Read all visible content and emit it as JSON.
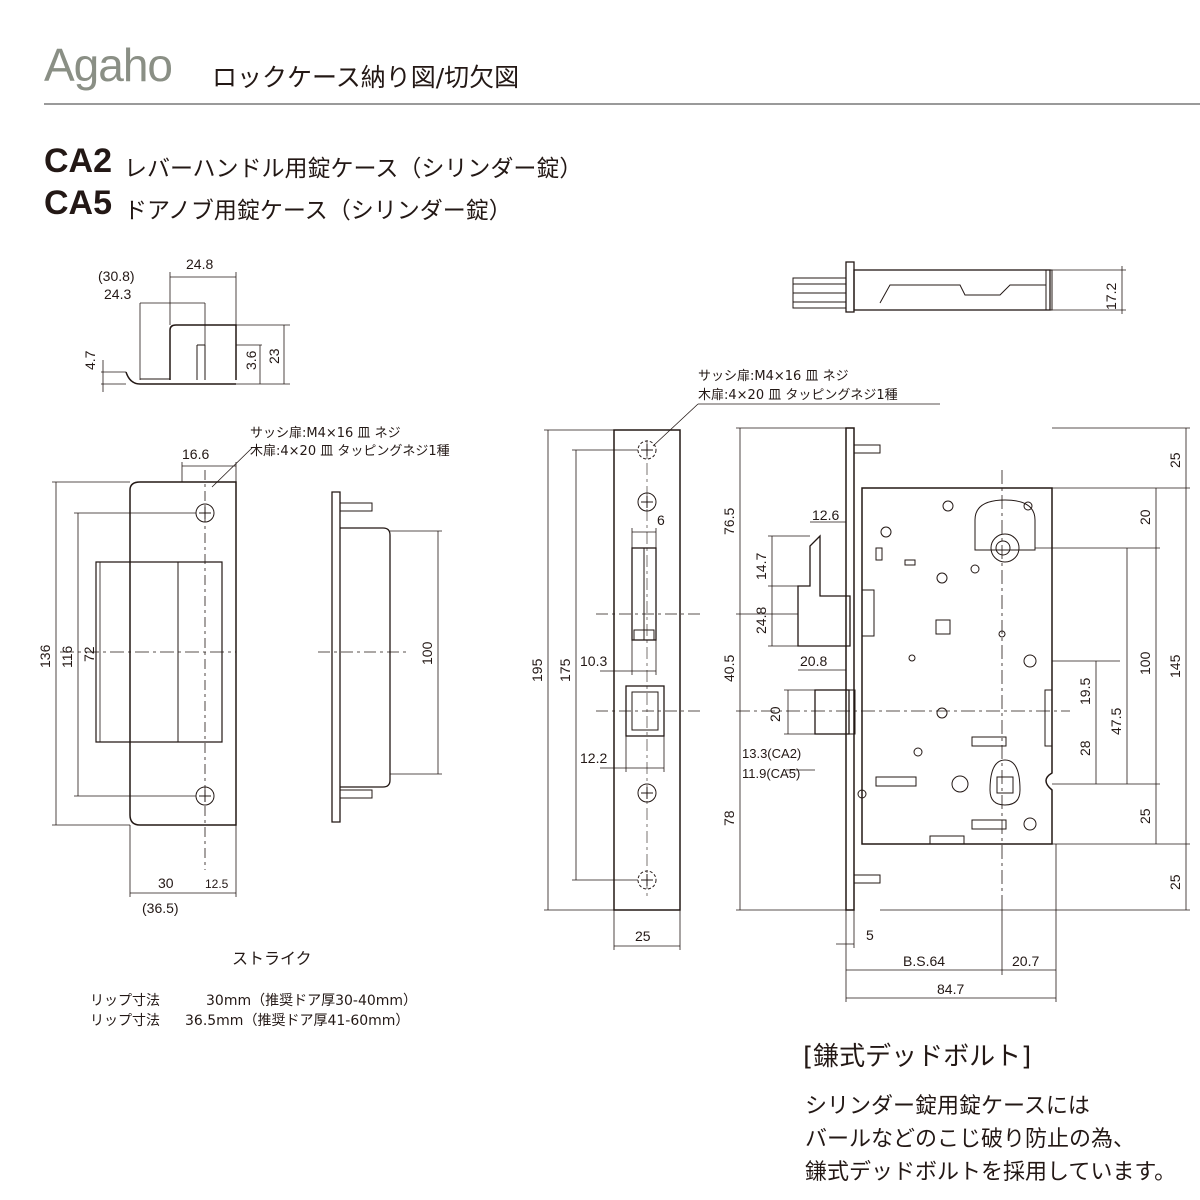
{
  "header": {
    "brand": "Agaho",
    "title": "ロックケース納り図/切欠図"
  },
  "models": [
    {
      "code": "CA2",
      "desc": "レバーハンドル用錠ケース（シリンダー錠）"
    },
    {
      "code": "CA5",
      "desc": "ドアノブ用錠ケース（シリンダー錠）"
    }
  ],
  "strike": {
    "caption": "ストライク",
    "screw_note_1": "サッシ扉:M4×16 皿 ネジ",
    "screw_note_2": "木扉:4×20 皿 タッピングネジ1種",
    "dims": {
      "top_width": "24.8",
      "top_outer": "(30.8)",
      "top_inner": "24.3",
      "lip_h": "4.7",
      "d36": "3.6",
      "d23": "23",
      "width_166": "16.6",
      "h136": "136",
      "h116": "116",
      "h72": "72",
      "w30": "30",
      "w125": "12.5",
      "w365": "(36.5)",
      "side_100": "100"
    },
    "lip_rows": [
      {
        "label": "リップ寸法",
        "value": "30mm（推奨ドア厚30-40mm）"
      },
      {
        "label": "リップ寸法",
        "value": "36.5mm（推奨ドア厚41-60mm）"
      }
    ]
  },
  "lockcase": {
    "screw_note_1": "サッシ扉:M4×16 皿 ネジ",
    "screw_note_2": "木扉:4×20 皿 タッピングネジ1種",
    "dims": {
      "h195": "195",
      "h175": "175",
      "w6": "6",
      "w103": "10.3",
      "w122": "12.2",
      "w25": "25",
      "d172": "17.2",
      "d765": "76.5",
      "d126": "12.6",
      "d147": "14.7",
      "d248": "24.8",
      "d208": "20.8",
      "d405": "40.5",
      "d20": "20",
      "d133": "13.3(CA2)",
      "d119": "11.9(CA5)",
      "d78": "78",
      "d5": "5",
      "bs": "B.S.64",
      "d207": "20.7",
      "d847": "84.7",
      "r25a": "25",
      "r20": "20",
      "r100": "100",
      "r145": "145",
      "r195": "19.5",
      "r475": "47.5",
      "r28": "28",
      "r25b": "25",
      "r25c": "25"
    }
  },
  "deadbolt": {
    "title": "[鎌式デッドボルト]",
    "lines": [
      "シリンダー錠用錠ケースには",
      "バールなどのこじ破り防止の為、",
      "鎌式デッドボルトを採用しています。"
    ]
  }
}
